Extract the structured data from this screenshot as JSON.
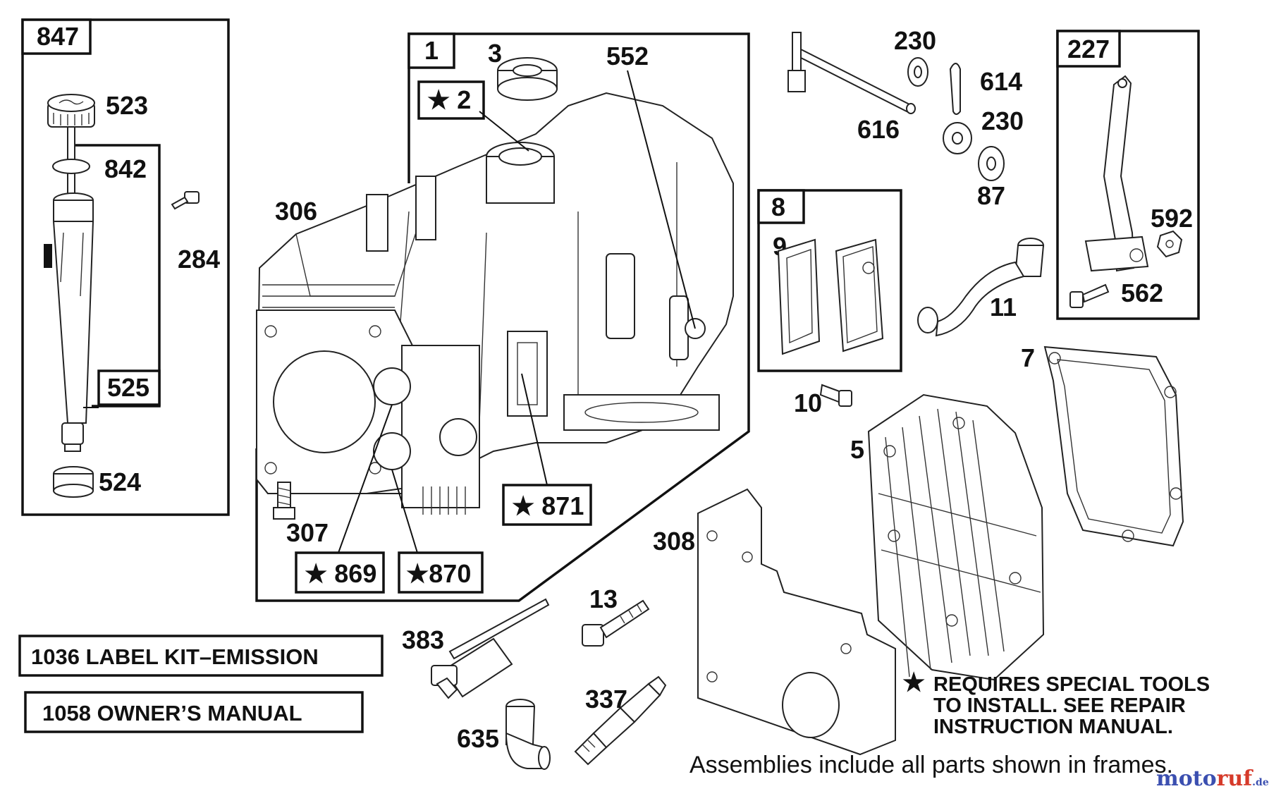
{
  "callouts": {
    "c1": "1",
    "c2": "★ 2",
    "c3": "3",
    "c5": "5",
    "c7": "7",
    "c8": "8",
    "c9": "9",
    "c10": "10",
    "c11": "11",
    "c13": "13",
    "c87": "87",
    "c227": "227",
    "c230a": "230",
    "c230b": "230",
    "c284": "284",
    "c306": "306",
    "c307": "307",
    "c308": "308",
    "c337": "337",
    "c383": "383",
    "c523": "523",
    "c524": "524",
    "c525": "525",
    "c552": "552",
    "c562": "562",
    "c592": "592",
    "c614": "614",
    "c616": "616",
    "c635": "635",
    "c842": "842",
    "c847": "847",
    "c869": "★ 869",
    "c870": "★870",
    "c871": "★ 871"
  },
  "labels": {
    "label_kit": "1036 LABEL KIT–EMISSION",
    "owners_manual": "1058 OWNER’S MANUAL"
  },
  "note": {
    "star": "★",
    "line1": "REQUIRES SPECIAL TOOLS",
    "line2": "TO INSTALL.  SEE REPAIR",
    "line3": "INSTRUCTION MANUAL."
  },
  "footer": "Assemblies include all parts shown in frames.",
  "watermark": {
    "part1": "moto",
    "part2": "ruf",
    "suffix": ".de",
    "color1": "#3b4fb0",
    "color2": "#d63a2a"
  }
}
